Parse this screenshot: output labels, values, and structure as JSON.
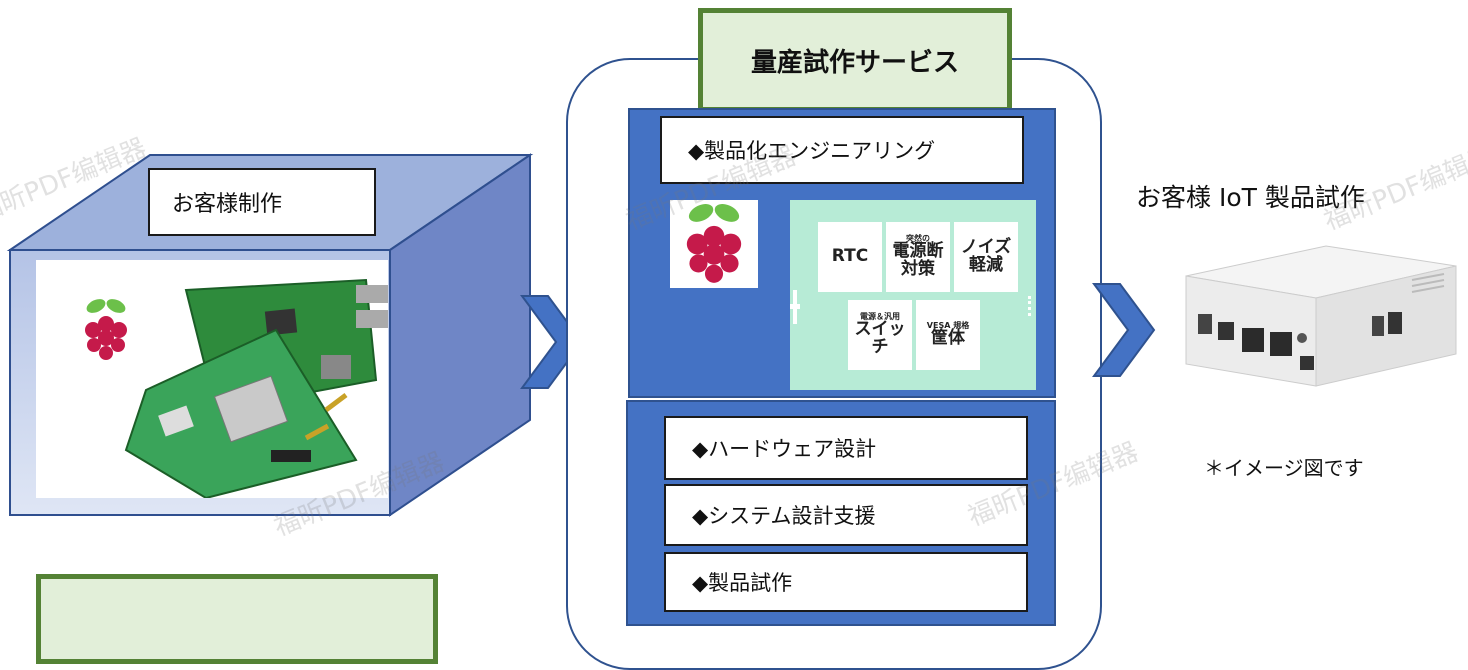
{
  "customer_build": {
    "label": "お客様制作"
  },
  "service": {
    "title": "量産試作サービス",
    "engineering_label": "◆製品化エンジニアリング",
    "tiles": [
      {
        "big": "RTC",
        "small": ""
      },
      {
        "small": "突然の",
        "big": "電源断\n対策"
      },
      {
        "small": "",
        "big": "ノイズ\n軽減"
      },
      {
        "small": "電源＆汎用",
        "big": "スイッチ"
      },
      {
        "small": "VESA 規格",
        "big": "筐体"
      }
    ],
    "items": [
      "◆ハードウェア設計",
      "◆システム設計支援",
      "◆製品試作"
    ]
  },
  "result": {
    "label": "お客様 IoT 製品試作",
    "note": "＊イメージ図です"
  },
  "bottom_box": {
    "label": ""
  },
  "watermark": "福昕PDF编辑器",
  "colors": {
    "cube_front": "#c5d0ea",
    "cube_top": "#9db1dc",
    "cube_side": "#6f86c6",
    "panel_blue": "#4472c4",
    "green_fill": "#e2efd9",
    "green_border": "#548235",
    "mint": "#b7ebd6",
    "raspberry": "#c51a4a",
    "leaf": "#6cc04a"
  }
}
